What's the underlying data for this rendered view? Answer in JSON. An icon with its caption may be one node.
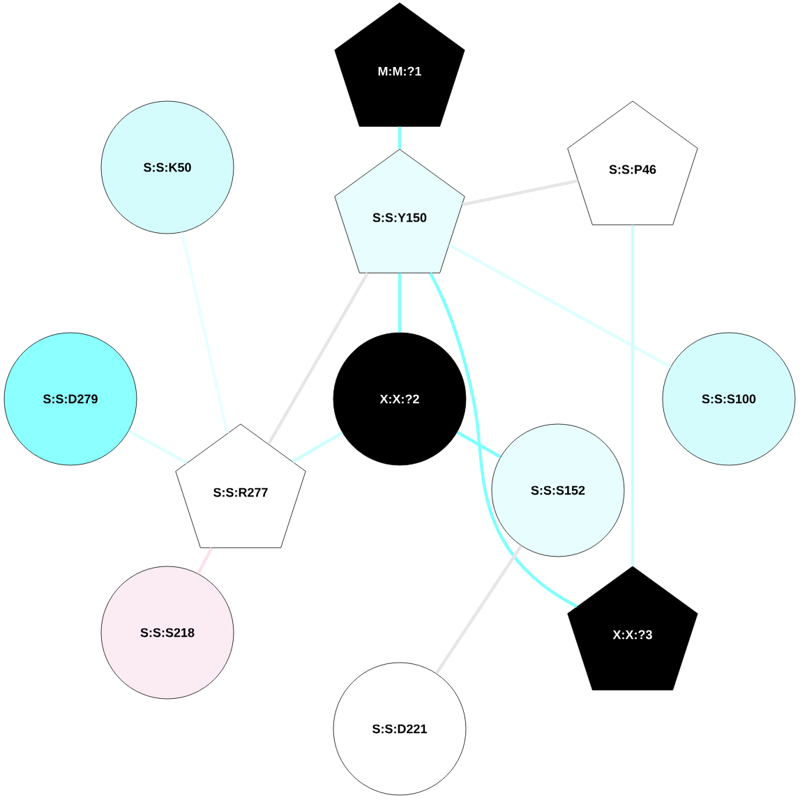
{
  "diagram": {
    "nodes": [
      {
        "text": [
          "M:M:?1"
        ]
      },
      {
        "text": [
          "S:S:K50"
        ]
      },
      {
        "text": [
          "S:S:Y150"
        ]
      },
      {
        "text": [
          "S:S:P46"
        ]
      },
      {
        "text": [
          "S:S:D279"
        ]
      },
      {
        "text": [
          "X:X:?2"
        ]
      },
      {
        "text": [
          "S:S:S100"
        ]
      },
      {
        "text": [
          "S:S:R277"
        ]
      },
      {
        "text": [
          "S:S:S152"
        ]
      },
      {
        "text": [
          "S:S:S218"
        ]
      },
      {
        "text": [
          "X:X:?3"
        ]
      },
      {
        "text": [
          "S:S:D221"
        ]
      }
    ],
    "edges": [
      {
        "from": 0,
        "to": 2,
        "arrow": "none",
        "color": "#80ffff"
      },
      {
        "from": 2,
        "to": 3,
        "arrow": "none",
        "color": "#e6e6e6"
      },
      {
        "from": 2,
        "to": 7,
        "arrow": "none",
        "color": "#e6e6e6"
      },
      {
        "from": 2,
        "to": 5,
        "arrow": "none",
        "color": "#80ffff"
      },
      {
        "from": 2,
        "to": 10,
        "arrow": "none",
        "color": "#80ffff"
      },
      {
        "from": 2,
        "to": 6,
        "arrow": "none",
        "color": "#e0ffff"
      },
      {
        "from": 3,
        "to": 10,
        "arrow": "none",
        "color": "#ccffff"
      },
      {
        "from": 1,
        "to": 7,
        "arrow": "none",
        "color": "#eaffff"
      },
      {
        "from": 4,
        "to": 7,
        "arrow": "none",
        "color": "#e0ffff"
      },
      {
        "from": 5,
        "to": 7,
        "arrow": "none",
        "color": "#ccffff"
      },
      {
        "from": 5,
        "to": 8,
        "arrow": "none",
        "color": "#80ffff"
      },
      {
        "from": 7,
        "to": 9,
        "arrow": "none",
        "color": "#fde0ea"
      },
      {
        "from": 8,
        "to": 11,
        "arrow": "none",
        "color": "#e6e6e6"
      }
    ]
  }
}
